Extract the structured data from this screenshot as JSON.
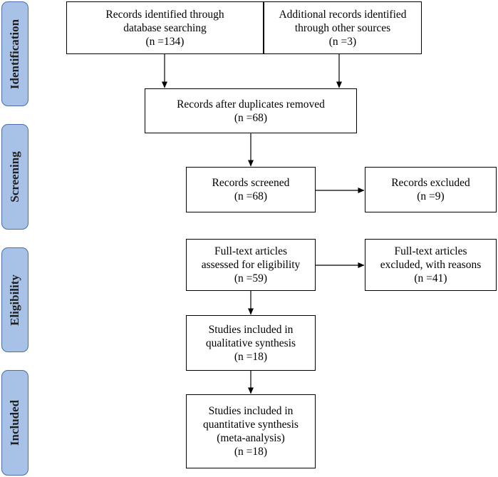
{
  "phases": {
    "identification": "Identification",
    "screening": "Screening",
    "eligibility": "Eligibility",
    "included": "Included"
  },
  "boxes": {
    "database_search": {
      "line1": "Records identified through",
      "line2": "database searching",
      "count": "(n =134)"
    },
    "other_sources": {
      "line1": "Additional records identified",
      "line2": "through other sources",
      "count": "(n =3)"
    },
    "duplicates_removed": {
      "line1": "Records after duplicates removed",
      "count": "(n =68)"
    },
    "records_screened": {
      "line1": "Records screened",
      "count": "(n =68)"
    },
    "records_excluded": {
      "line1": "Records excluded",
      "count": "(n =9)"
    },
    "fulltext_assessed": {
      "line1": "Full-text articles",
      "line2": "assessed for eligibility",
      "count": "(n =59)"
    },
    "fulltext_excluded": {
      "line1": "Full-text articles",
      "line2": "excluded, with reasons",
      "count": "(n =41)"
    },
    "qualitative": {
      "line1": "Studies included in",
      "line2": "qualitative synthesis",
      "count": "(n =18)"
    },
    "quantitative": {
      "line1": "Studies included in",
      "line2": "quantitative synthesis",
      "line3": "(meta-analysis)",
      "count": "(n =18)"
    }
  }
}
